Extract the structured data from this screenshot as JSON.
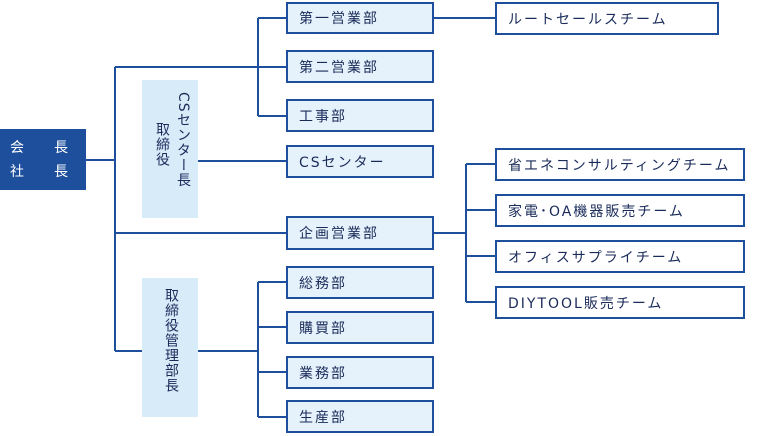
{
  "ceo": {
    "line1": "会　長",
    "line2": "社　長"
  },
  "side_panels": {
    "cs_director": {
      "col1": "CSセンター長",
      "col2": "取締役"
    },
    "admin_director": {
      "text": "取締役管理部長"
    }
  },
  "departments": [
    {
      "label": "第一営業部"
    },
    {
      "label": "第二営業部"
    },
    {
      "label": "工事部"
    },
    {
      "label": "CSセンター"
    },
    {
      "label": "企画営業部"
    },
    {
      "label": "総務部"
    },
    {
      "label": "購買部"
    },
    {
      "label": "業務部"
    },
    {
      "label": "生産部"
    }
  ],
  "teams": [
    {
      "label": "ルートセールスチーム"
    },
    {
      "label": "省エネコンサルティングチーム"
    },
    {
      "label": "家電･OA機器販売チーム"
    },
    {
      "label": "オフィスサプライチーム"
    },
    {
      "label": "DIYTOOL販売チーム"
    }
  ],
  "colors": {
    "primary": "#1e4f9c",
    "box_fill": "#e6f2fb",
    "panel_fill": "#d7ebf9",
    "text": "#1a2b5a"
  }
}
